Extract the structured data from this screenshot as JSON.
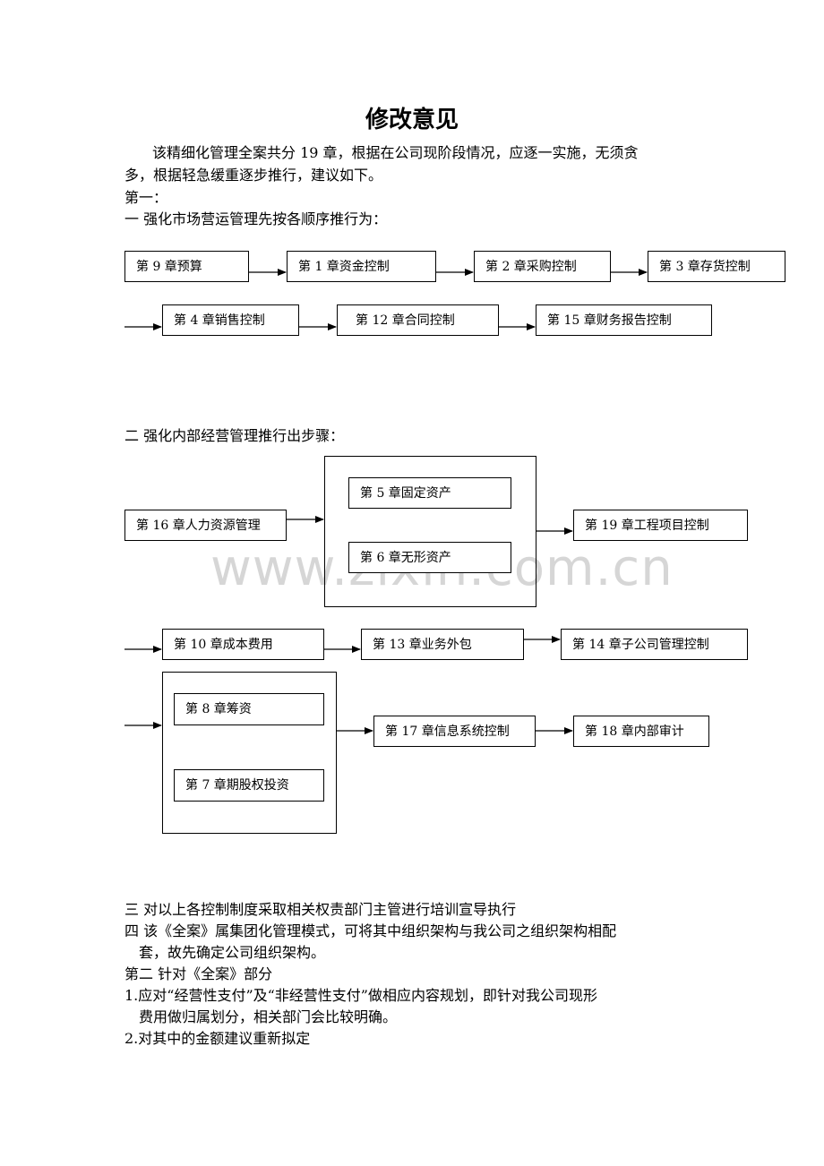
{
  "title": "修改意见",
  "intro_line1": "该精细化管理全案共分 19 章，根据在公司现阶段情况，应逐一实施，无须贪",
  "intro_line2": "多，根据轻急缓重逐步推行，建议如下。",
  "part1_label": "第一：",
  "section1_heading": "一  强化市场营运管理先按各顺序推行为：",
  "flow1": {
    "row1": [
      "第 9 章预算",
      "第 1 章资金控制",
      "第 2 章采购控制",
      "第 3 章存货控制"
    ],
    "row2": [
      "第 4 章销售控制",
      "第 12 章合同控制",
      "第 15 章财务报告控制"
    ]
  },
  "section2_heading": "二  强化内部经营管理推行出步骤：",
  "flow2": {
    "hr": "第 16 章人力资源管理",
    "fixed_assets": "第 5 章固定资产",
    "intangible": "第 6 章无形资产",
    "engineering": "第 19 章工程项目控制",
    "cost": "第 10 章成本费用",
    "outsourcing": "第 13 章业务外包",
    "subsidiary": "第 14 章子公司管理控制",
    "financing": "第 8 章筹资",
    "equity": "第 7 章期股权投资",
    "info_system": "第 17 章信息系统控制",
    "audit": "第 18 章内部审计"
  },
  "watermark": "www.zixin.com.cn",
  "section3": "三  对以上各控制制度采取相关权责部门主管进行培训宣导执行",
  "section4_line1": "四  该《全案》属集团化管理模式，可将其中组织架构与我公司之组织架构相配",
  "section4_line2": "套，故先确定公司组织架构。",
  "part2_heading": "第二  针对《全案》部分",
  "item1_line1": "1.应对“经营性支付”及“非经营性支付”做相应内容规划，即针对我公司现形",
  "item1_line2": "费用做归属划分，相关部门会比较明确。",
  "item2": "2.对其中的金额建议重新拟定"
}
